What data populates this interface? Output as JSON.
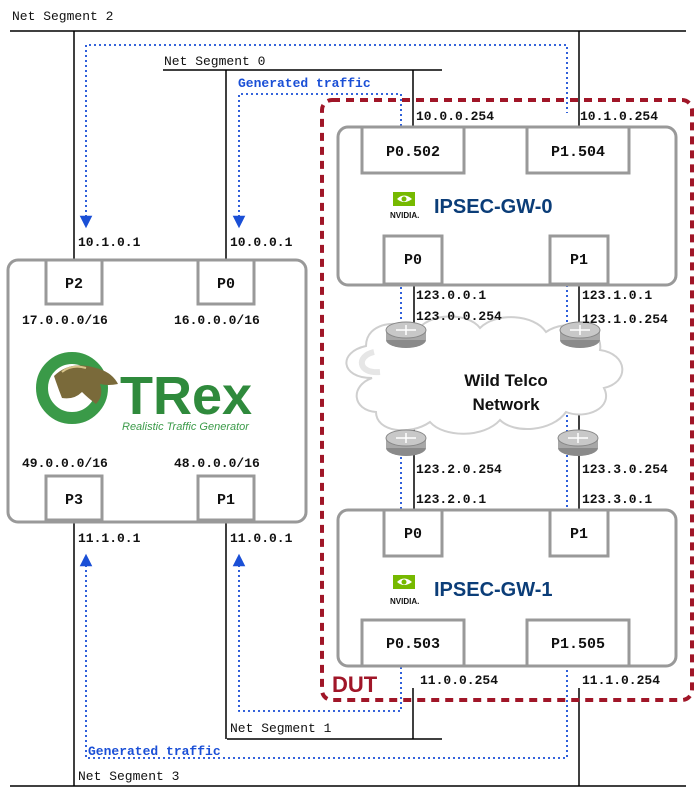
{
  "segments": {
    "seg0": "Net Segment 0",
    "seg1": "Net Segment 1",
    "seg2": "Net Segment 2",
    "seg3": "Net Segment 3"
  },
  "traffic": {
    "top": "Generated traffic",
    "bottom": "Generated traffic"
  },
  "trex": {
    "logo_text": "TRex",
    "subtitle": "Realistic Traffic Generator",
    "ports": {
      "p0": "P0",
      "p1": "P1",
      "p2": "P2",
      "p3": "P3"
    },
    "subnets": {
      "p2": "17.0.0.0/16",
      "p0": "16.0.0.0/16",
      "p3": "49.0.0.0/16",
      "p1": "48.0.0.0/16"
    },
    "ips": {
      "p2": "10.1.0.1",
      "p0": "10.0.0.1",
      "p3": "11.1.0.1",
      "p1": "11.0.0.1"
    }
  },
  "gw0": {
    "name": "IPSEC-GW-0",
    "vendor": "NVIDIA.",
    "ports": {
      "p0_502": "P0.502",
      "p1_504": "P1.504",
      "p0": "P0",
      "p1": "P1"
    },
    "ips": {
      "top_left": "10.0.0.254",
      "top_right": "10.1.0.254",
      "p0": "123.0.0.1",
      "p1": "123.1.0.1"
    }
  },
  "gw1": {
    "name": "IPSEC-GW-1",
    "vendor": "NVIDIA.",
    "ports": {
      "p0": "P0",
      "p1": "P1",
      "p0_503": "P0.503",
      "p1_505": "P1.505"
    },
    "ips": {
      "p0": "123.2.0.1",
      "p1": "123.3.0.1",
      "bottom_left": "11.0.0.254",
      "bottom_right": "11.1.0.254"
    }
  },
  "cloud": {
    "line1": "Wild Telco",
    "line2": "Network",
    "routers": {
      "tl": "123.0.0.254",
      "tr": "123.1.0.254",
      "bl": "123.2.0.254",
      "br": "123.3.0.254"
    }
  },
  "dut_label": "DUT",
  "colors": {
    "dut_border": "#a01628",
    "traffic": "#1a4fd6",
    "box_border": "#999999",
    "trex_green": "#2f8a3c",
    "nvidia_green": "#76b900"
  }
}
